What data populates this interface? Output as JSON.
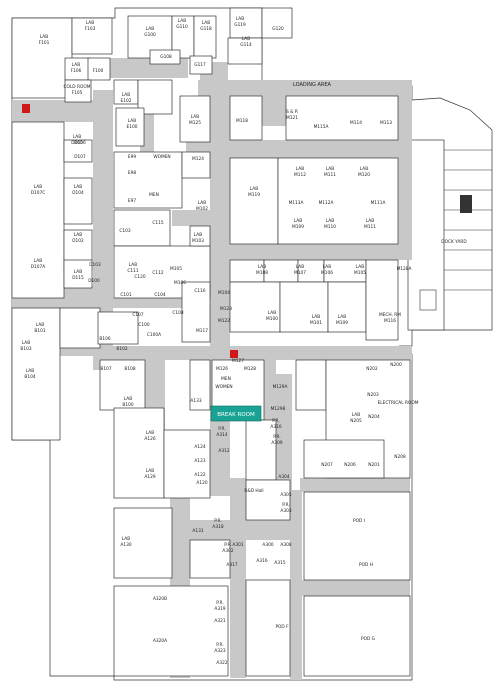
{
  "colors": {
    "corridor": "#c8c8c8",
    "wall": "#333333",
    "room": "#ffffff",
    "highlight": "#1aa394",
    "marker": "#d01818"
  },
  "annotations": {
    "loading_area": "LOADING AREA",
    "break_room": "BREAK ROOM",
    "marker_icon": "red-square-icon"
  },
  "rooms": [
    {
      "text": "LAB",
      "sub": "F101"
    },
    {
      "text": "LAB",
      "sub": "F103"
    },
    {
      "text": "LAB",
      "sub": "F106"
    },
    {
      "text": "F100",
      "sub": ""
    },
    {
      "text": "COLD ROOM",
      "sub": "F105"
    },
    {
      "text": "LAB",
      "sub": "G100"
    },
    {
      "text": "LAB",
      "sub": "G110"
    },
    {
      "text": "LAB",
      "sub": "G118"
    },
    {
      "text": "LAB",
      "sub": "G119"
    },
    {
      "text": "LAB",
      "sub": "G114"
    },
    {
      "text": "G120",
      "sub": ""
    },
    {
      "text": "G108",
      "sub": ""
    },
    {
      "text": "G117",
      "sub": ""
    },
    {
      "text": "LAB",
      "sub": "E102"
    },
    {
      "text": "LAB",
      "sub": "E100"
    },
    {
      "text": "LAB",
      "sub": "M125"
    },
    {
      "text": "M118",
      "sub": ""
    },
    {
      "text": "S & R",
      "sub": "M121"
    },
    {
      "text": "M115A",
      "sub": ""
    },
    {
      "text": "M114",
      "sub": ""
    },
    {
      "text": "M113",
      "sub": ""
    },
    {
      "text": "LAB",
      "sub": "D105"
    },
    {
      "text": "D107",
      "sub": ""
    },
    {
      "text": "D106",
      "sub": ""
    },
    {
      "text": "LAB",
      "sub": "D107C"
    },
    {
      "text": "LAB",
      "sub": "D104"
    },
    {
      "text": "LAB",
      "sub": "D102"
    },
    {
      "text": "LAB",
      "sub": "D107A"
    },
    {
      "text": "LAB",
      "sub": "D115"
    },
    {
      "text": "D103",
      "sub": ""
    },
    {
      "text": "D100",
      "sub": ""
    },
    {
      "text": "E99",
      "sub": ""
    },
    {
      "text": "WOMEN",
      "sub": ""
    },
    {
      "text": "E98",
      "sub": ""
    },
    {
      "text": "MEN",
      "sub": ""
    },
    {
      "text": "E97",
      "sub": ""
    },
    {
      "text": "M124",
      "sub": ""
    },
    {
      "text": "LAB",
      "sub": "M119"
    },
    {
      "text": "LAB",
      "sub": "M102"
    },
    {
      "text": "LAB",
      "sub": "M103"
    },
    {
      "text": "LAB",
      "sub": "M112"
    },
    {
      "text": "LAB",
      "sub": "M111"
    },
    {
      "text": "M113A",
      "sub": ""
    },
    {
      "text": "M112A",
      "sub": ""
    },
    {
      "text": "M111A",
      "sub": ""
    },
    {
      "text": "LAB",
      "sub": "M109"
    },
    {
      "text": "LAB",
      "sub": "M110"
    },
    {
      "text": "LAB",
      "sub": "M111"
    },
    {
      "text": "LAB",
      "sub": "M120"
    },
    {
      "text": "C103",
      "sub": ""
    },
    {
      "text": "C115",
      "sub": ""
    },
    {
      "text": "LAB",
      "sub": "C111"
    },
    {
      "text": "C112",
      "sub": ""
    },
    {
      "text": "C120",
      "sub": ""
    },
    {
      "text": "C101",
      "sub": ""
    },
    {
      "text": "C104",
      "sub": ""
    },
    {
      "text": "C107",
      "sub": ""
    },
    {
      "text": "C108",
      "sub": ""
    },
    {
      "text": "C100A",
      "sub": ""
    },
    {
      "text": "C100",
      "sub": ""
    },
    {
      "text": "C116",
      "sub": ""
    },
    {
      "text": "LAB",
      "sub": "M108"
    },
    {
      "text": "LAB",
      "sub": "M107"
    },
    {
      "text": "LAB",
      "sub": "M106"
    },
    {
      "text": "LAB",
      "sub": "M105"
    },
    {
      "text": "M104",
      "sub": ""
    },
    {
      "text": "LAB",
      "sub": "M100"
    },
    {
      "text": "LAB",
      "sub": "M101"
    },
    {
      "text": "M123",
      "sub": ""
    },
    {
      "text": "M122",
      "sub": ""
    },
    {
      "text": "LAB",
      "sub": "M109"
    },
    {
      "text": "M105",
      "sub": ""
    },
    {
      "text": "M106",
      "sub": ""
    },
    {
      "text": "M117",
      "sub": ""
    },
    {
      "text": "MECH. RM",
      "sub": "M116"
    },
    {
      "text": "M128A",
      "sub": ""
    },
    {
      "text": "LAB",
      "sub": "B101"
    },
    {
      "text": "LAB",
      "sub": "B103"
    },
    {
      "text": "LAB",
      "sub": "B104"
    },
    {
      "text": "B107",
      "sub": ""
    },
    {
      "text": "B108",
      "sub": ""
    },
    {
      "text": "B106",
      "sub": ""
    },
    {
      "text": "B102",
      "sub": ""
    },
    {
      "text": "LAB",
      "sub": "B100"
    },
    {
      "text": "M127",
      "sub": ""
    },
    {
      "text": "M126",
      "sub": ""
    },
    {
      "text": "M128",
      "sub": ""
    },
    {
      "text": "MEN",
      "sub": ""
    },
    {
      "text": "WOMEN",
      "sub": ""
    },
    {
      "text": "M129A",
      "sub": ""
    },
    {
      "text": "M129B",
      "sub": ""
    },
    {
      "text": "N202",
      "sub": ""
    },
    {
      "text": "N200",
      "sub": ""
    },
    {
      "text": "N203",
      "sub": ""
    },
    {
      "text": "N204",
      "sub": ""
    },
    {
      "text": "ELECTRICAL ROOM",
      "sub": ""
    },
    {
      "text": "LAB",
      "sub": "N205"
    },
    {
      "text": "N207",
      "sub": ""
    },
    {
      "text": "N206",
      "sub": ""
    },
    {
      "text": "N201",
      "sub": ""
    },
    {
      "text": "N208",
      "sub": ""
    },
    {
      "text": "A133",
      "sub": ""
    },
    {
      "text": "LAB",
      "sub": "A126"
    },
    {
      "text": "P.R.",
      "sub": "A314"
    },
    {
      "text": "P.R.",
      "sub": "A309"
    },
    {
      "text": "A124",
      "sub": ""
    },
    {
      "text": "A123",
      "sub": ""
    },
    {
      "text": "A122",
      "sub": ""
    },
    {
      "text": "LAB",
      "sub": "A129"
    },
    {
      "text": "A120",
      "sub": ""
    },
    {
      "text": "A312",
      "sub": ""
    },
    {
      "text": "P.R.",
      "sub": "A310"
    },
    {
      "text": "A304",
      "sub": ""
    },
    {
      "text": "A305",
      "sub": ""
    },
    {
      "text": "P.R.",
      "sub": "A303"
    },
    {
      "text": "R&D Hall",
      "sub": ""
    },
    {
      "text": "POD I",
      "sub": ""
    },
    {
      "text": "POD H",
      "sub": ""
    },
    {
      "text": "LAB",
      "sub": "A130"
    },
    {
      "text": "A131",
      "sub": ""
    },
    {
      "text": "P.R.",
      "sub": "A318"
    },
    {
      "text": "P.R.",
      "sub": "A302"
    },
    {
      "text": "A301",
      "sub": ""
    },
    {
      "text": "A300",
      "sub": ""
    },
    {
      "text": "A308",
      "sub": ""
    },
    {
      "text": "A317",
      "sub": ""
    },
    {
      "text": "A316",
      "sub": ""
    },
    {
      "text": "A315",
      "sub": ""
    },
    {
      "text": "A320B",
      "sub": ""
    },
    {
      "text": "A320A",
      "sub": ""
    },
    {
      "text": "P.R.",
      "sub": "A319"
    },
    {
      "text": "A321",
      "sub": ""
    },
    {
      "text": "P.R.",
      "sub": "A323"
    },
    {
      "text": "A322",
      "sub": ""
    },
    {
      "text": "POD F",
      "sub": ""
    },
    {
      "text": "POD G",
      "sub": ""
    },
    {
      "text": "DOCK YARD",
      "sub": ""
    }
  ]
}
